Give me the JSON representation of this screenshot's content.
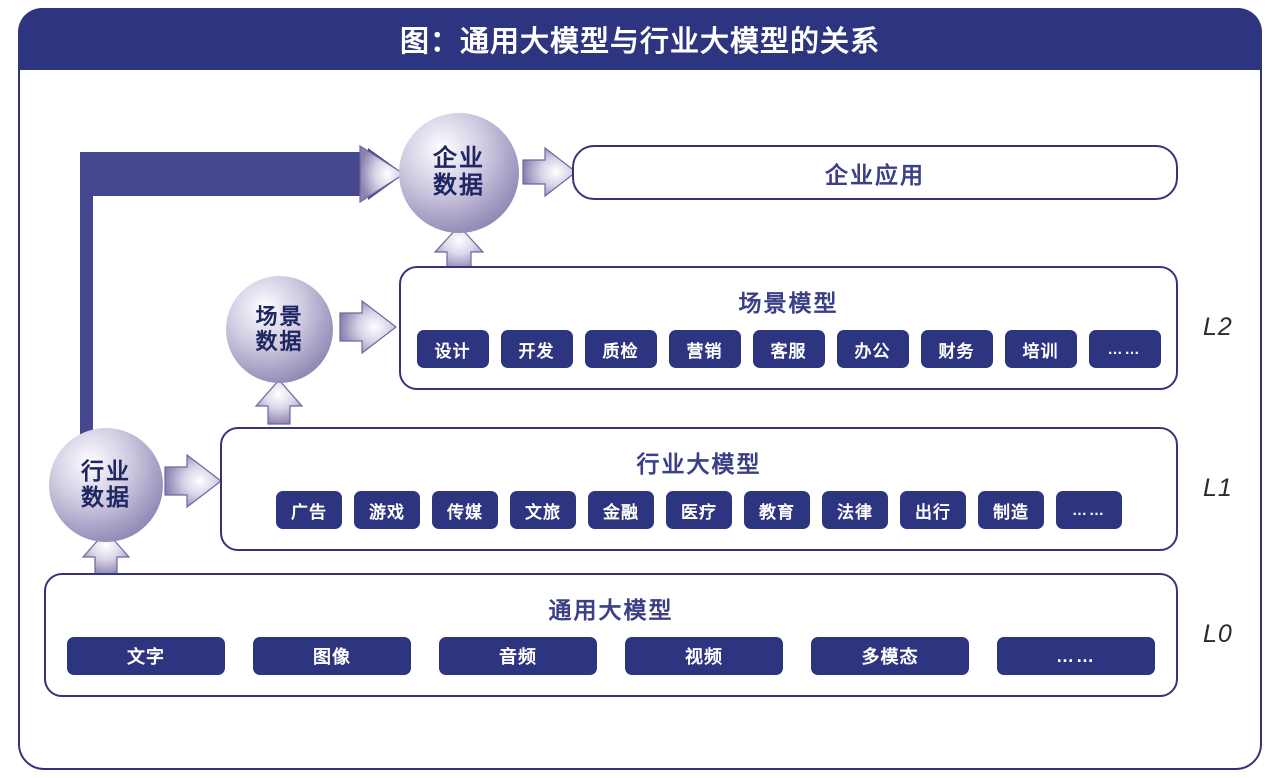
{
  "header": {
    "title": "图：通用大模型与行业大模型的关系"
  },
  "colors": {
    "navy": "#2e3580",
    "frame_border": "#32357a",
    "layer_title": "#3a3f86",
    "sphere_text": "#1f2763",
    "elbow": "#45488f",
    "level_mark": "#2b2b2b"
  },
  "app_box": {
    "label": "企业应用"
  },
  "spheres": {
    "enterprise": {
      "line1": "企业",
      "line2": "数据"
    },
    "scenario": {
      "line1": "场景",
      "line2": "数据"
    },
    "industry": {
      "line1": "行业",
      "line2": "数据"
    }
  },
  "layers": [
    {
      "id": "l2",
      "level_mark": "L2",
      "title": "场景模型",
      "tags": [
        "设计",
        "开发",
        "质检",
        "营销",
        "客服",
        "办公",
        "财务",
        "培训",
        "……"
      ]
    },
    {
      "id": "l1",
      "level_mark": "L1",
      "title": "行业大模型",
      "tags": [
        "广告",
        "游戏",
        "传媒",
        "文旅",
        "金融",
        "医疗",
        "教育",
        "法律",
        "出行",
        "制造",
        "……"
      ]
    },
    {
      "id": "l0",
      "level_mark": "L0",
      "title": "通用大模型",
      "tags": [
        "文字",
        "图像",
        "音频",
        "视频",
        "多模态",
        "……"
      ]
    }
  ]
}
